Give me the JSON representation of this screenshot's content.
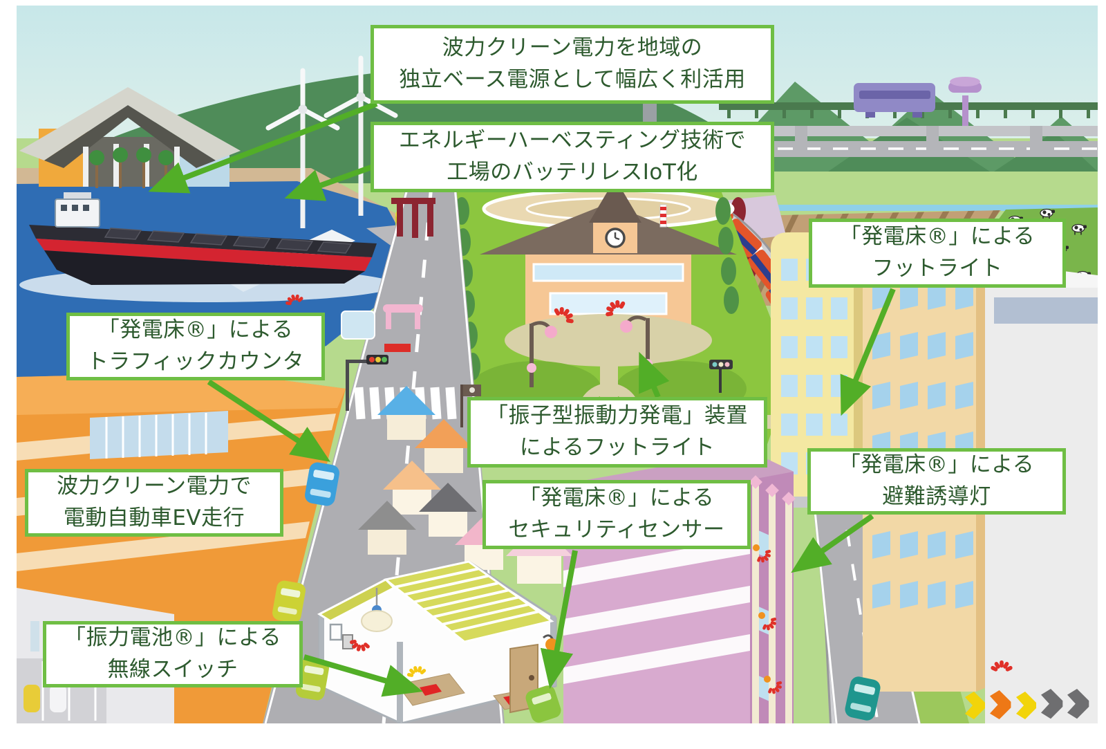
{
  "callouts": [
    {
      "id": "wave-power-region",
      "lines": [
        "波力クリーン電力を地域の",
        "独立ベース電源として幅広く利活用"
      ]
    },
    {
      "id": "energy-harvesting-iot",
      "lines": [
        "エネルギーハーベスティング技術で",
        "工場のバッテリレスIoT化"
      ]
    },
    {
      "id": "footlight",
      "lines": [
        "「発電床®」による",
        "フットライト"
      ]
    },
    {
      "id": "traffic-counter",
      "lines": [
        "「発電床®」による",
        "トラフィックカウンタ"
      ]
    },
    {
      "id": "pendulum-footlight",
      "lines": [
        "「振子型振動力発電」装置",
        "によるフットライト"
      ]
    },
    {
      "id": "ev-driving",
      "lines": [
        "波力クリーン電力で",
        "電動自動車EV走行"
      ]
    },
    {
      "id": "security-sensor",
      "lines": [
        "「発電床®」による",
        "セキュリティセンサー"
      ]
    },
    {
      "id": "evacuation-guide-light",
      "lines": [
        "「発電床®」による",
        "避難誘導灯"
      ]
    },
    {
      "id": "wireless-switch",
      "lines": [
        "「振力電池®」による",
        "無線スイッチ"
      ]
    }
  ],
  "colors": {
    "callout_border": "#6fbe44",
    "callout_text": "#2d5a2e",
    "arrow_green": "#52ae27",
    "power_burst_red": "#e03028",
    "water_blue": "#2f6db4",
    "park_green": "#8cc63f"
  },
  "scene": {
    "footstep_chevron_colors": [
      "#f2d40a",
      "#ee7816",
      "#f2d40a",
      "#6e6e70",
      "#6e6e70"
    ]
  }
}
